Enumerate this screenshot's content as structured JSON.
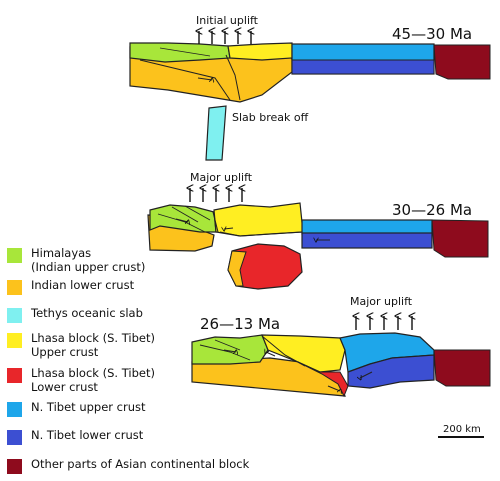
{
  "stages": {
    "stage1": {
      "age": "45—30 Ma",
      "uplift": "Initial uplift",
      "slab_note": "Slab break off"
    },
    "stage2": {
      "age": "30—26 Ma",
      "uplift": "Major uplift"
    },
    "stage3": {
      "age": "26—13 Ma",
      "uplift": "Major uplift"
    }
  },
  "scale_bar": {
    "label": "200 km"
  },
  "colors": {
    "himalayas": "#a8e63a",
    "indian_lower": "#fcc21c",
    "tethys_slab": "#7ff0f0",
    "lhasa_upper": "#ffee22",
    "lhasa_lower": "#e8262a",
    "ntibet_upper": "#1ea6ea",
    "ntibet_lower": "#3c4fd2",
    "asian_block": "#8e0b1d"
  },
  "legend": [
    {
      "text": "Himalayas\n(Indian upper crust)",
      "color": "#a8e63a",
      "icon": "swatch"
    },
    {
      "text": "Indian lower crust",
      "color": "#fcc21c",
      "icon": "swatch"
    },
    {
      "text": "Tethys oceanic slab",
      "color": "#7ff0f0",
      "icon": "swatch"
    },
    {
      "text": "Lhasa block (S. Tibet)\nUpper crust",
      "color": "#ffee22",
      "icon": "swatch"
    },
    {
      "text": "Lhasa block (S. Tibet)\nLower crust",
      "color": "#e8262a",
      "icon": "swatch"
    },
    {
      "text": "N. Tibet upper crust",
      "color": "#1ea6ea",
      "icon": "swatch"
    },
    {
      "text": "N. Tibet lower crust",
      "color": "#3c4fd2",
      "icon": "swatch"
    },
    {
      "text": "Other parts of Asian continental block",
      "color": "#8e0b1d",
      "icon": "swatch"
    }
  ]
}
